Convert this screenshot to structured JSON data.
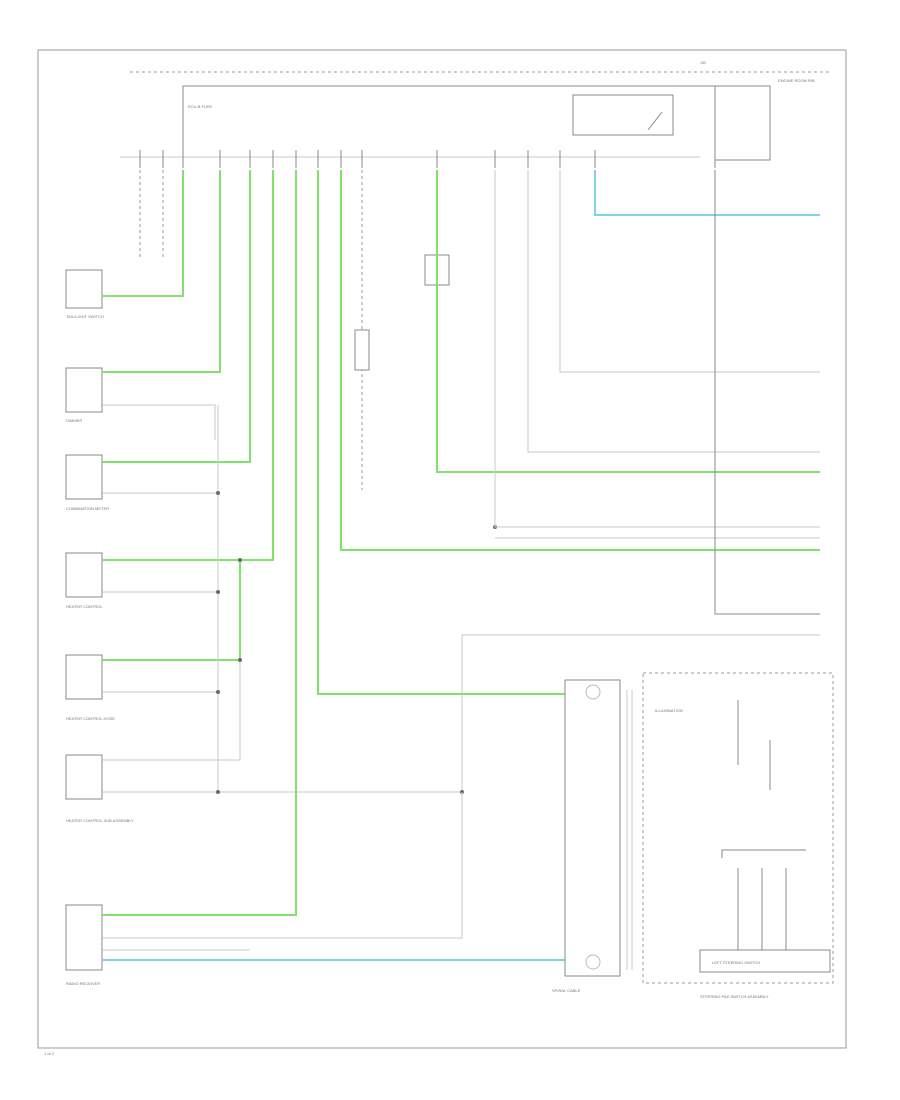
{
  "diagram": {
    "page_code": "1 of 2",
    "components": {
      "dome_fuse": "ECU-B FUSE",
      "jb_label": "J/B",
      "engine_room": "ENGINE ROOM R/B",
      "tail_light": "TAIL/LIGHT SWITCH",
      "dimmer": "DIMMER",
      "combo_meter": "COMBINATION METER",
      "heater_ctrl_1": "HEATER CONTROL",
      "heater_ctrl_2": "HEATER CONTROL HOSE",
      "heater_ctrl_3": "HEATER CONTROL SUB ASSEMBLY",
      "radio": "RADIO RECEIVER",
      "spiral": "SPIRAL CABLE",
      "steering_switch": "STEERING PAD SWITCH ASSEMBLY",
      "left_steering": "LEFT STEERING SWITCH",
      "illum": "ILLUMINATION"
    }
  }
}
